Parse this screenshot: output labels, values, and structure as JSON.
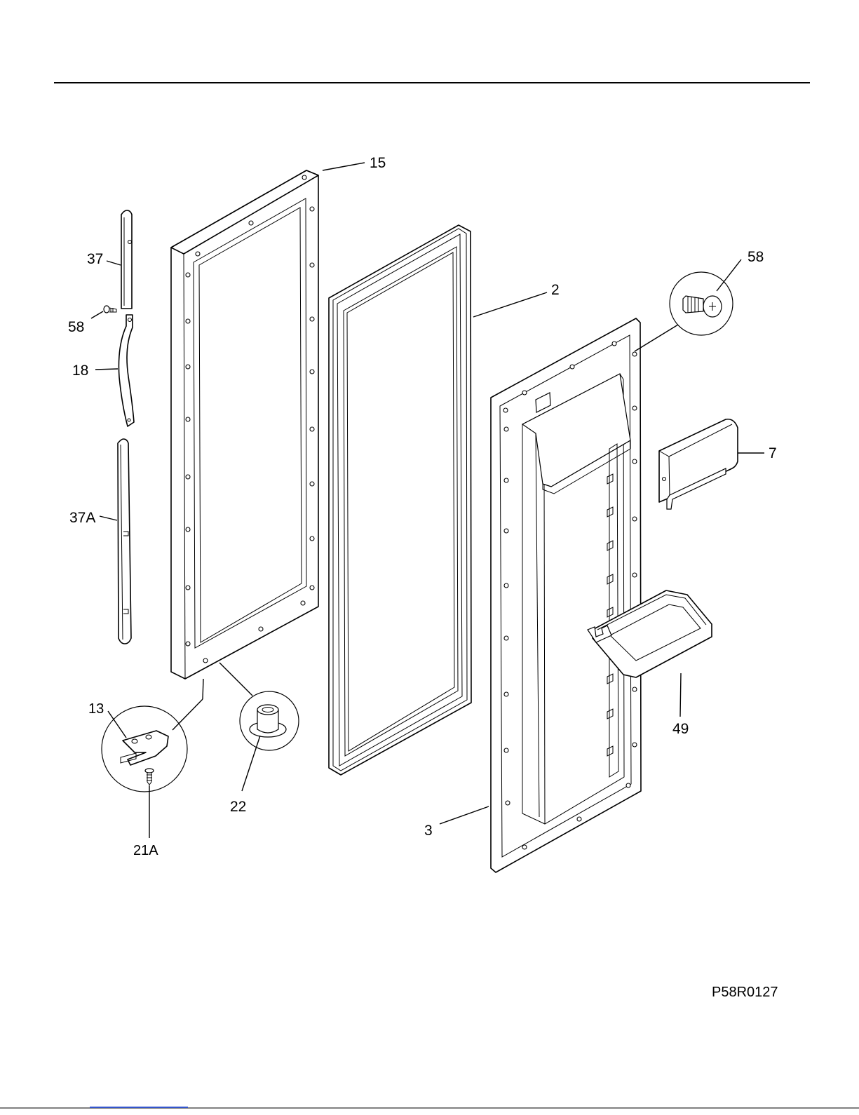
{
  "diagram_code": "P58R0127",
  "callouts": {
    "c15": "15",
    "c37": "37",
    "c58a": "58",
    "c18": "18",
    "c37A": "37A",
    "c2": "2",
    "c58b": "58",
    "c7": "7",
    "c3": "3",
    "c49": "49",
    "c13": "13",
    "c21A": "21A",
    "c22": "22"
  },
  "colors": {
    "ink": "#000000",
    "paper": "#ffffff",
    "footer_rule": "#3355cc"
  }
}
